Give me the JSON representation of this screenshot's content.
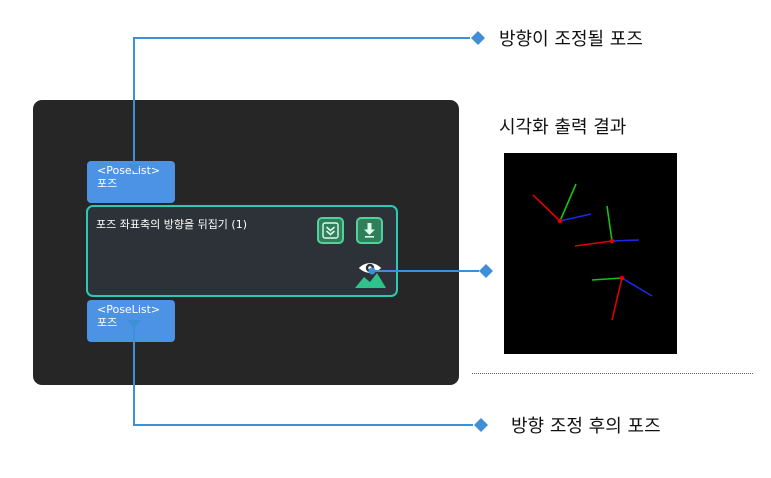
{
  "annotations": {
    "pose_to_adjust": "방향이 조정될 포즈",
    "visual_output": "시각화 출력 결과",
    "adjusted_pose": "방향 조정 후의 포즈"
  },
  "input_port": {
    "type": "<PoseList>",
    "name": "포즈"
  },
  "step": {
    "title": "포즈 좌표축의 방향을 뒤집기 (1)",
    "icons": [
      "collapse-icon",
      "execute-icon",
      "visualize-icon"
    ]
  },
  "output_port": {
    "type": "<PoseList>",
    "name": "포즈"
  },
  "colors": {
    "canvas": "#262626",
    "port": "#4c93e6",
    "node_border": "#2bc9b8",
    "connector": "#3f8fd6",
    "axis_x": "#e00000",
    "axis_y": "#18c018",
    "axis_z": "#1a28e8"
  }
}
